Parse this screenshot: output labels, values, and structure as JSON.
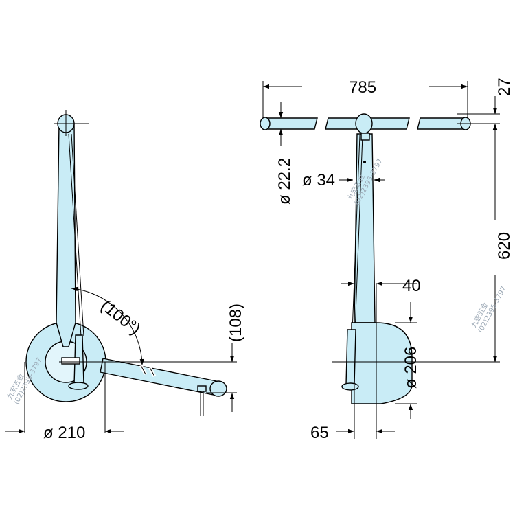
{
  "side_view": {
    "dim_diameter_base": "ø 210",
    "dim_angle": "(100°)",
    "dim_height_offset": "(108)"
  },
  "front_view": {
    "dim_width": "785",
    "dim_top_offset": "27",
    "dim_tube_diameter": "ø 22.2",
    "dim_pivot_diameter": "ø 34",
    "dim_height": "620",
    "dim_depth_40": "40",
    "dim_base_diameter": "ø 206",
    "dim_depth_65": "65"
  },
  "watermark": {
    "name": "九宏五金",
    "phone": "(02)2395-3797"
  },
  "colors": {
    "part_fill": "#c9ecf6",
    "part_fill_light": "#e2f5fb",
    "stroke": "#000000",
    "watermark": "#9aa7b4"
  }
}
